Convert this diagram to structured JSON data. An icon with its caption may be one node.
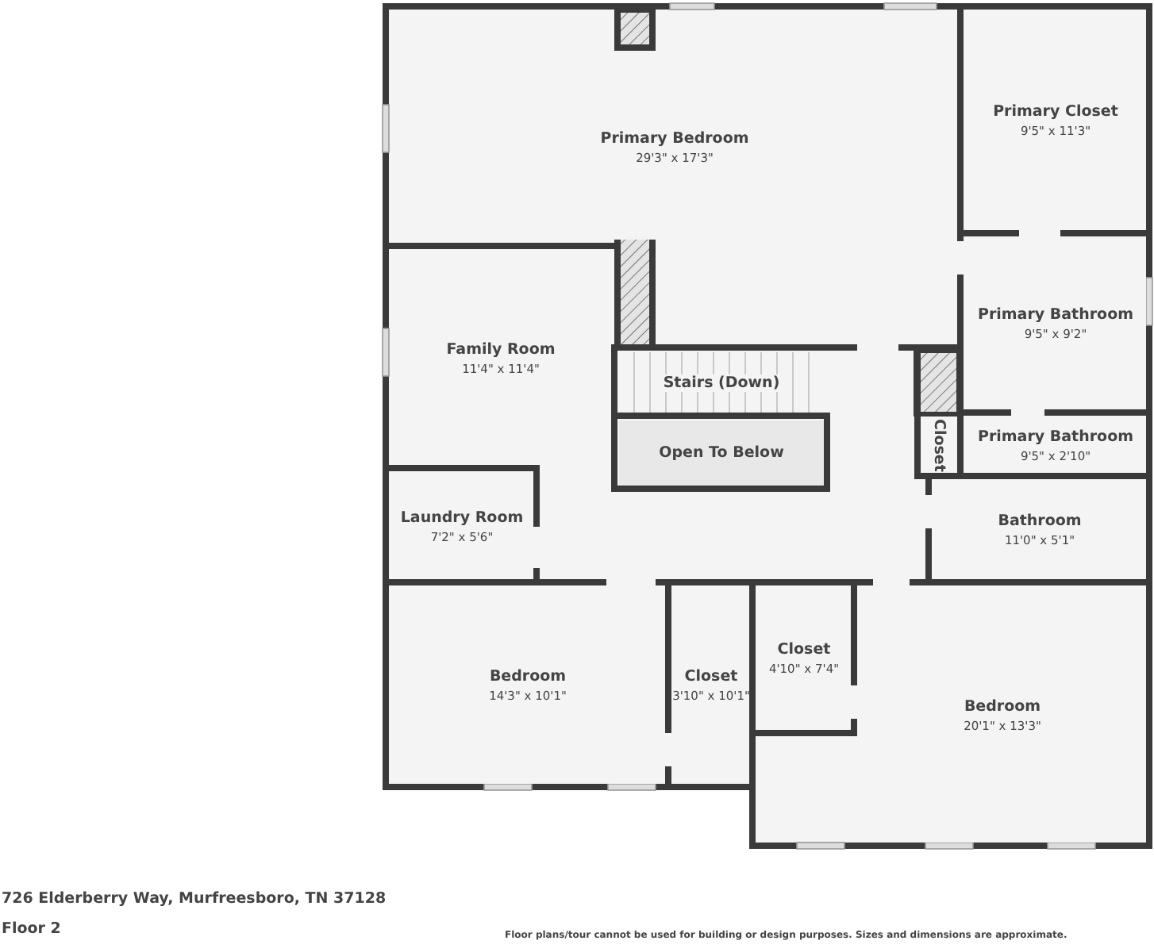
{
  "diagram": {
    "nodes": [
      {
        "text": [
          "Primary Bedroom",
          "29'3\" x 17'3\""
        ]
      },
      {
        "text": [
          "Primary Closet",
          "9'5\" x 11'3\""
        ]
      },
      {
        "text": [
          "Primary Bathroom",
          "9'5\" x 9'2\""
        ]
      },
      {
        "text": [
          "Family Room",
          "11'4\" x 11'4\""
        ]
      },
      {
        "text": [
          "Stairs (Down)"
        ]
      },
      {
        "text": [
          "Closet"
        ]
      },
      {
        "text": [
          "Open To Below"
        ]
      },
      {
        "text": [
          "Primary Bathroom",
          "9'5\" x 2'10\""
        ]
      },
      {
        "text": [
          "Laundry Room",
          "7'2\" x 5'6\""
        ]
      },
      {
        "text": [
          "Bathroom",
          "11'0\" x 5'1\""
        ]
      },
      {
        "text": [
          "Bedroom",
          "14'3\" x 10'1\""
        ]
      },
      {
        "text": [
          "Closet",
          "3'10\" x 10'1\""
        ]
      },
      {
        "text": [
          "Closet",
          "4'10\" x 7'4\""
        ]
      },
      {
        "text": [
          "Bedroom",
          "20'1\" x 13'3\""
        ]
      }
    ],
    "labels": [
      "726 Elderberry Way, Murfreesboro, TN 37128",
      "Floor 2",
      "Floor plans/tour cannot be used for building or design purposes. Sizes and dimensions are approximate."
    ]
  }
}
